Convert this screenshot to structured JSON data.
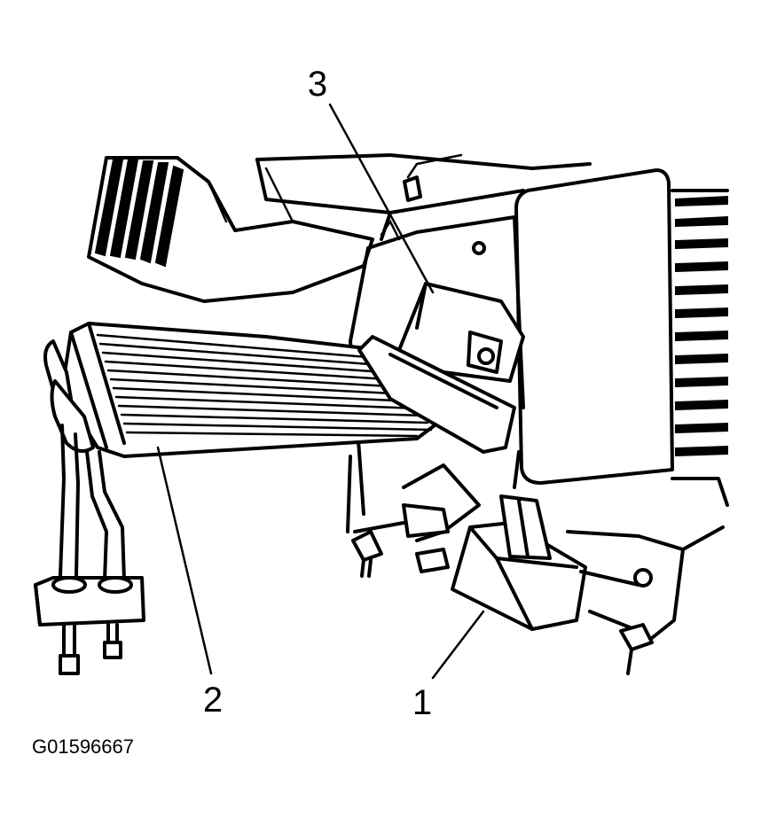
{
  "callouts": {
    "label_1": "1",
    "label_2": "2",
    "label_3": "3"
  },
  "figure_id": "G01596667",
  "colors": {
    "ink": "#000000",
    "paper": "#ffffff"
  }
}
